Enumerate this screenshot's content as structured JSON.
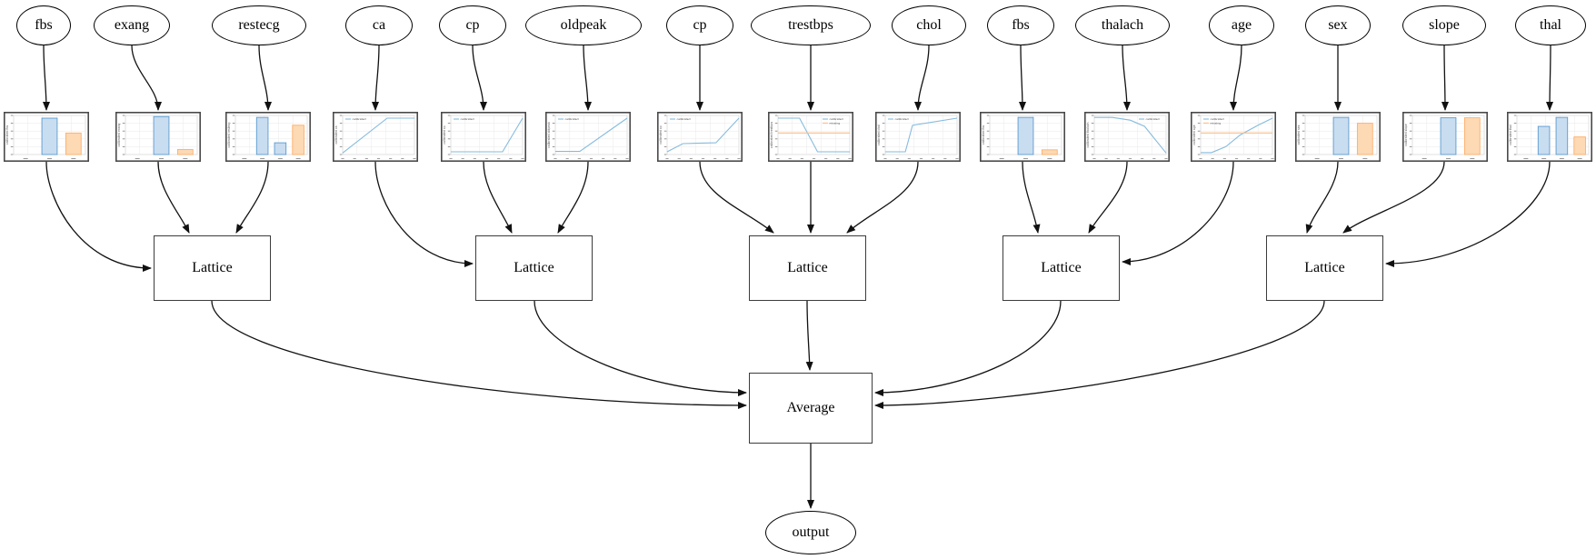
{
  "diagram": {
    "feature_nodes": [
      "fbs",
      "exang",
      "restecg",
      "ca",
      "cp",
      "oldpeak",
      "cp",
      "trestbps",
      "chol",
      "fbs",
      "thalach",
      "age",
      "sex",
      "slope",
      "thal"
    ],
    "lattice_nodes": [
      "Lattice",
      "Lattice",
      "Lattice",
      "Lattice",
      "Lattice"
    ],
    "combiner_label": "Average",
    "output_label": "output",
    "lattice_inputs": [
      [
        0,
        1,
        2
      ],
      [
        3,
        4,
        5
      ],
      [
        6,
        7,
        8
      ],
      [
        9,
        10,
        11
      ],
      [
        12,
        13,
        14
      ]
    ],
    "colors": {
      "edge": "#111111",
      "calibrated_line": "#85bbde",
      "missing_line": "#fdbe85",
      "bar_blue_fill": "#c9ddf0",
      "bar_blue_edge": "#5b9bd0",
      "bar_orange_fill": "#fdd9b4",
      "bar_orange_edge": "#fdae6b",
      "plot_frame": "#4a4a4a",
      "grid": "#e9e9e9"
    }
  },
  "chart_data": [
    {
      "feature": "fbs",
      "type": "bar",
      "ylabel": "calibrated fbs",
      "slots": 3,
      "bars": [
        {
          "slot": 1,
          "series": "calibrated",
          "value": 0.93
        },
        {
          "slot": 2,
          "series": "missing",
          "value": 0.55
        }
      ]
    },
    {
      "feature": "exang",
      "type": "bar",
      "ylabel": "calibrated exang",
      "slots": 3,
      "bars": [
        {
          "slot": 1,
          "series": "calibrated",
          "value": 0.97
        },
        {
          "slot": 2,
          "series": "missing",
          "value": 0.13
        }
      ]
    },
    {
      "feature": "restecg",
      "type": "bar",
      "ylabel": "calibrated restecg",
      "slots": 4,
      "bars": [
        {
          "slot": 1,
          "series": "calibrated",
          "value": 0.95
        },
        {
          "slot": 2,
          "series": "calibrated",
          "value": 0.3
        },
        {
          "slot": 3,
          "series": "missing",
          "value": 0.75
        }
      ]
    },
    {
      "feature": "ca",
      "type": "line",
      "ylabel": "calibrated ca",
      "legend_pos": "top-left",
      "series": [
        {
          "name": "calibrated",
          "points": [
            [
              0,
              0.04
            ],
            [
              0.62,
              0.93
            ],
            [
              1,
              0.93
            ]
          ]
        }
      ]
    },
    {
      "feature": "cp",
      "type": "line",
      "ylabel": "calibrated cp",
      "legend_pos": "top-left",
      "series": [
        {
          "name": "calibrated",
          "points": [
            [
              0,
              0.07
            ],
            [
              0.72,
              0.07
            ],
            [
              1,
              0.93
            ]
          ]
        }
      ]
    },
    {
      "feature": "oldpeak",
      "type": "line",
      "ylabel": "calibrated oldpeak",
      "legend_pos": "top-left",
      "series": [
        {
          "name": "calibrated",
          "points": [
            [
              0,
              0.08
            ],
            [
              0.34,
              0.08
            ],
            [
              1,
              0.93
            ]
          ]
        }
      ]
    },
    {
      "feature": "cp",
      "type": "line",
      "ylabel": "calibrated cp",
      "legend_pos": "top-left",
      "series": [
        {
          "name": "calibrated",
          "points": [
            [
              0,
              0.07
            ],
            [
              0.22,
              0.28
            ],
            [
              0.68,
              0.3
            ],
            [
              1,
              0.93
            ]
          ]
        }
      ]
    },
    {
      "feature": "trestbps",
      "type": "line",
      "ylabel": "calibrated trestbps",
      "legend_pos": "top-right",
      "series": [
        {
          "name": "calibrated",
          "points": [
            [
              0,
              0.93
            ],
            [
              0.3,
              0.93
            ],
            [
              0.55,
              0.07
            ],
            [
              1,
              0.07
            ]
          ]
        },
        {
          "name": "missing",
          "points": [
            [
              0,
              0.55
            ],
            [
              1,
              0.55
            ]
          ]
        }
      ]
    },
    {
      "feature": "chol",
      "type": "line",
      "ylabel": "calibrated chol",
      "legend_pos": "top-left",
      "series": [
        {
          "name": "calibrated",
          "points": [
            [
              0,
              0.07
            ],
            [
              0.28,
              0.07
            ],
            [
              0.38,
              0.75
            ],
            [
              1,
              0.93
            ]
          ]
        }
      ]
    },
    {
      "feature": "fbs",
      "type": "bar",
      "ylabel": "calibrated fbs",
      "slots": 3,
      "bars": [
        {
          "slot": 1,
          "series": "calibrated",
          "value": 0.95
        },
        {
          "slot": 2,
          "series": "missing",
          "value": 0.12
        }
      ]
    },
    {
      "feature": "thalach",
      "type": "line",
      "ylabel": "calibrated thalach",
      "legend_pos": "top-right",
      "series": [
        {
          "name": "calibrated",
          "points": [
            [
              0,
              0.95
            ],
            [
              0.25,
              0.95
            ],
            [
              0.5,
              0.88
            ],
            [
              0.7,
              0.72
            ],
            [
              1,
              0.04
            ]
          ]
        }
      ]
    },
    {
      "feature": "age",
      "type": "line",
      "ylabel": "calibrated age",
      "legend_pos": "top-left",
      "series": [
        {
          "name": "calibrated",
          "points": [
            [
              0,
              0.05
            ],
            [
              0.15,
              0.05
            ],
            [
              0.35,
              0.2
            ],
            [
              0.55,
              0.5
            ],
            [
              0.8,
              0.75
            ],
            [
              1,
              0.93
            ]
          ]
        },
        {
          "name": "missing",
          "points": [
            [
              0,
              0.55
            ],
            [
              1,
              0.55
            ]
          ]
        }
      ]
    },
    {
      "feature": "sex",
      "type": "bar",
      "ylabel": "calibrated sex",
      "slots": 3,
      "bars": [
        {
          "slot": 1,
          "series": "calibrated",
          "value": 0.95
        },
        {
          "slot": 2,
          "series": "missing",
          "value": 0.8
        }
      ]
    },
    {
      "feature": "slope",
      "type": "bar",
      "ylabel": "calibrated slope",
      "slots": 3,
      "bars": [
        {
          "slot": 1,
          "series": "calibrated",
          "value": 0.94
        },
        {
          "slot": 2,
          "series": "missing",
          "value": 0.94
        }
      ]
    },
    {
      "feature": "thal",
      "type": "bar",
      "ylabel": "calibrated thal",
      "slots": 4,
      "bars": [
        {
          "slot": 1,
          "series": "calibrated",
          "value": 0.72
        },
        {
          "slot": 2,
          "series": "calibrated",
          "value": 0.95
        },
        {
          "slot": 3,
          "series": "missing",
          "value": 0.45
        }
      ]
    }
  ]
}
